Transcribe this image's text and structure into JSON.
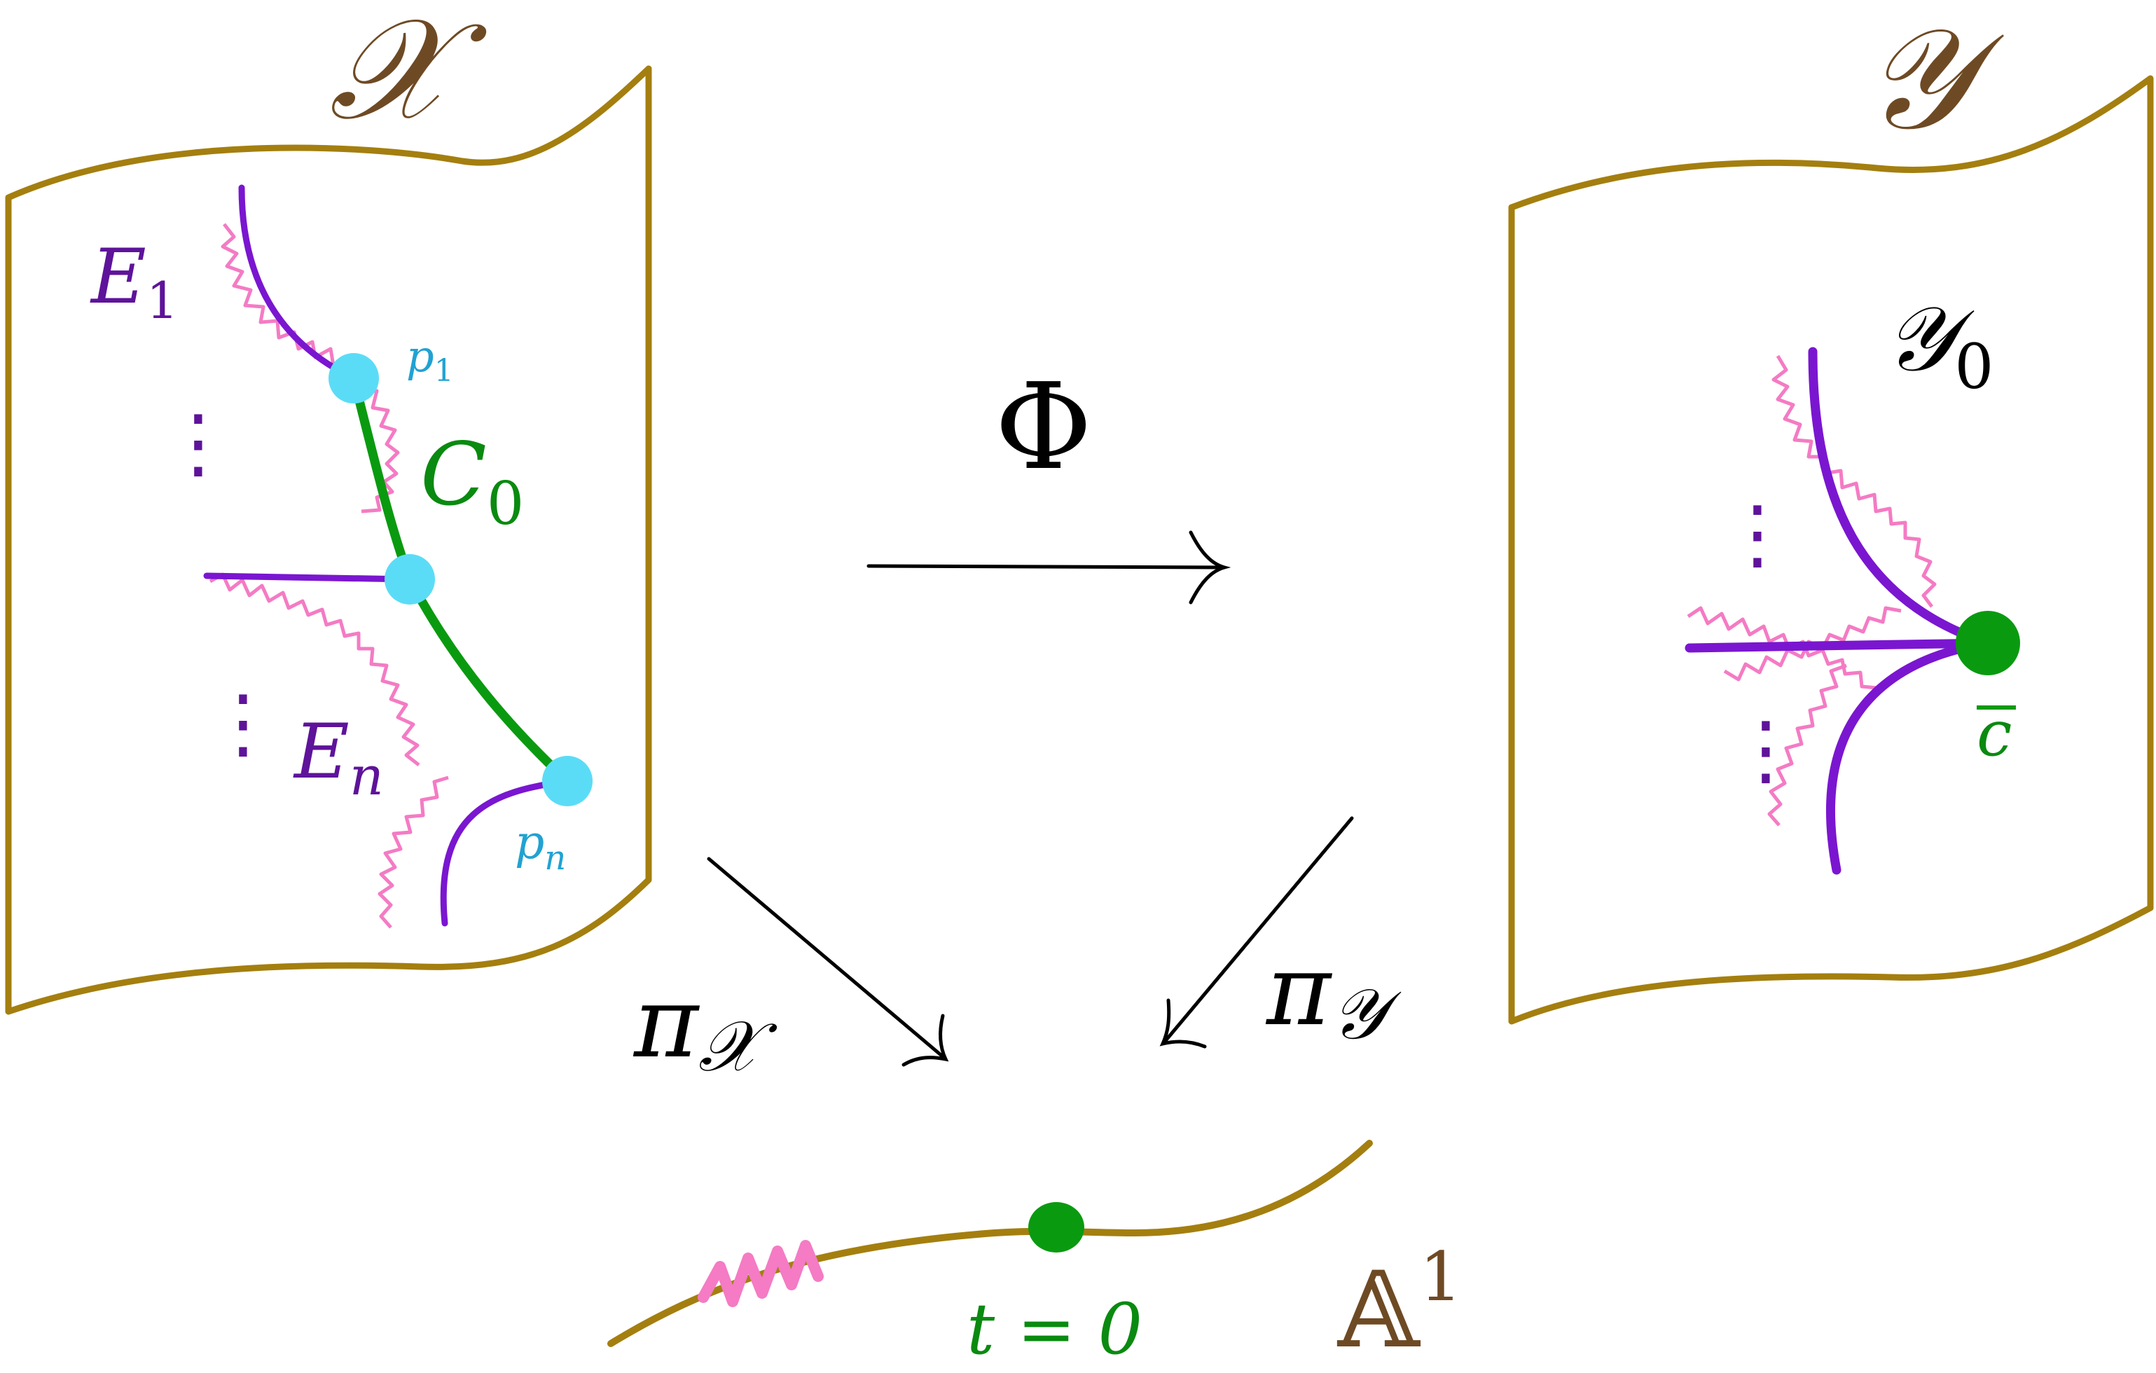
{
  "colors": {
    "frame": "#A47F0F",
    "brown_text": "#6E4A24",
    "purple": "#7A16D0",
    "purple_text": "#5E139A",
    "green": "#0A9A10",
    "green_text": "#0A8A10",
    "cyan": "#5BDCF6",
    "cyan_text": "#21A2D2",
    "pink": "#F47BC4",
    "black": "#000000"
  },
  "labels": {
    "space_x": "𝒳",
    "space_y": "𝒴",
    "e_one_main": "E",
    "e_one_sub": "1",
    "e_n_main": "E",
    "e_n_sub": "n",
    "p_one_main": "p",
    "p_one_sub": "1",
    "p_n_main": "p",
    "p_n_sub": "n",
    "c_zero_main": "C",
    "c_zero_sub": "0",
    "y_zero_main": "𝒴",
    "y_zero_sub": "0",
    "c_bar": "c",
    "phi": "Φ",
    "pi_x_main": "π",
    "pi_x_sub": "𝒳",
    "pi_y_main": "π",
    "pi_y_sub": "𝒴",
    "t_equals_zero": "t = 0",
    "affine_main": "𝔸",
    "affine_sup": "1",
    "vdots": "⋮"
  }
}
